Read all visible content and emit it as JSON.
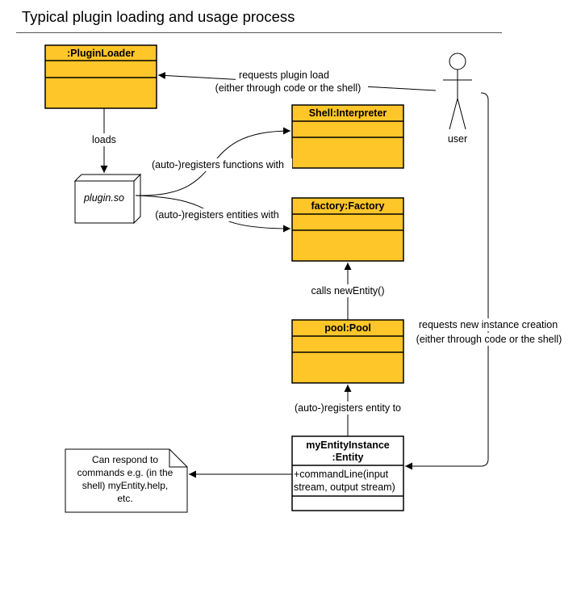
{
  "title": "Typical plugin loading and usage process",
  "classes": {
    "plugin_loader": ":PluginLoader",
    "shell": "Shell:Interpreter",
    "factory": "factory:Factory",
    "pool": "pool:Pool",
    "entity_line1": "myEntityInstance",
    "entity_line2": ":Entity",
    "entity_method_line1": "+commandLine(input",
    "entity_method_line2": "stream, output stream)"
  },
  "plugin_file": "plugin.so",
  "actor": "user",
  "labels": {
    "requests_load_1": "requests plugin load",
    "requests_load_2": "(either through code or the shell)",
    "loads": "loads",
    "registers_functions": "(auto-)registers functions with",
    "registers_entities": "(auto-)registers entities with",
    "calls_new_entity": "calls newEntity()",
    "registers_entity_to": "(auto-)registers entity to",
    "requests_instance_1": "requests new instance creation",
    "requests_instance_2": "(either through code or the shell)"
  },
  "note": {
    "line1": "Can respond to",
    "line2": "commands e.g. (in the",
    "line3": "shell) myEntity.help,",
    "line4": "etc."
  },
  "colors": {
    "class_fill": "#FFC629",
    "stroke": "#000000",
    "background": "#FFFFFF"
  }
}
